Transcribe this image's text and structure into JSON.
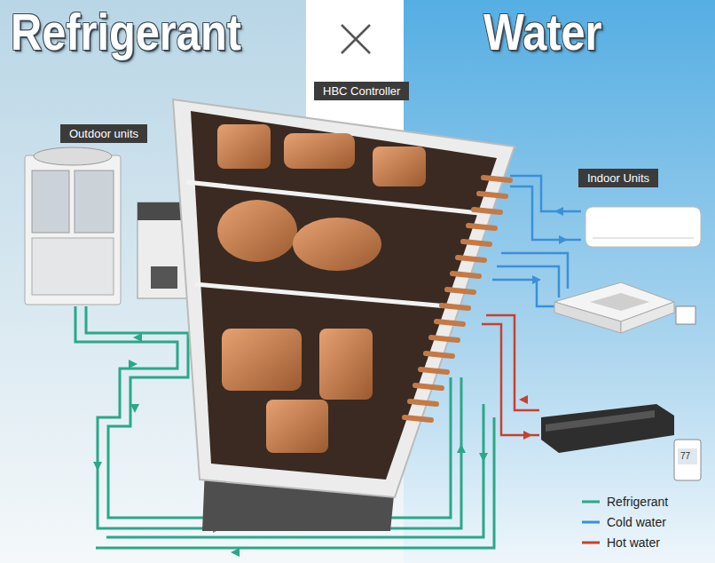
{
  "diagram": {
    "nodes": [
      {
        "text": [
          "HBC Controller"
        ]
      },
      {
        "text": [
          "Outdoor units"
        ]
      },
      {
        "text": [
          "Indoor Units"
        ]
      }
    ],
    "labels": [
      "Refrigerant",
      "Water",
      "77"
    ],
    "legend": [
      {
        "text": "Refrigerant"
      },
      {
        "text": "Cold water"
      },
      {
        "text": "Hot water"
      }
    ]
  }
}
